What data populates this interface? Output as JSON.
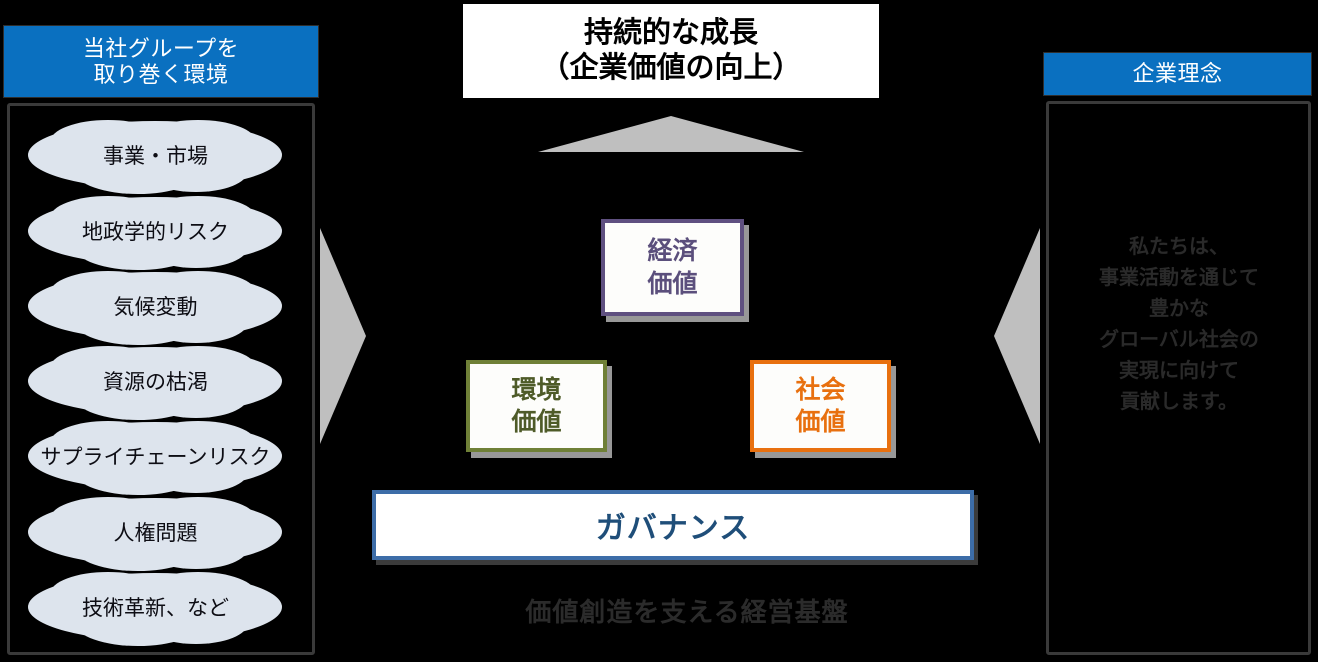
{
  "meta": {
    "diagram_title": "Sustainable growth value creation model",
    "background_color": "#000000"
  },
  "colors": {
    "header_blue": "#0a70c0",
    "panel_border": "#3a3a3a",
    "cloud_fill": "#dde4ed",
    "economic_border": "#5f5080",
    "economic_text": "#5b4f7c",
    "environment_border": "#6f8037",
    "environment_text": "#4e5b28",
    "social_border": "#e8700f",
    "social_text": "#e8700f",
    "governance_border": "#3d6da8",
    "governance_text": "#1f4e79",
    "arrow_gray": "#bfbfbf",
    "faint_text": "#2b2b2b"
  },
  "center": {
    "title_line1": "持続的な成長",
    "title_line2": "（企業価値の向上）",
    "up_arrow_name": "growth-up-arrow",
    "boxes": [
      {
        "key": "economic",
        "line1": "経済",
        "line2": "価値",
        "label": "経済価値"
      },
      {
        "key": "environment",
        "line1": "環境",
        "line2": "価値",
        "label": "環境価値"
      },
      {
        "key": "social",
        "line1": "社会",
        "line2": "価値",
        "label": "社会価値"
      }
    ],
    "governance_label": "ガバナンス",
    "caption": "価値創造を支える経営基盤"
  },
  "left_panel": {
    "header_line1": "当社グループを",
    "header_line2": "取り巻く環境",
    "items": [
      {
        "label": "事業・市場"
      },
      {
        "label": "地政学的リスク"
      },
      {
        "label": "気候変動"
      },
      {
        "label": "資源の枯渇"
      },
      {
        "label": "サプライチェーンリスク"
      },
      {
        "label": "人権問題"
      },
      {
        "label": "技術革新、など"
      }
    ]
  },
  "right_panel": {
    "header": "企業理念",
    "lines": [
      "私たちは、",
      "事業活動を通じて",
      "豊かな",
      "グローバル社会の",
      "実現に向けて",
      "貢献します。"
    ]
  },
  "arrows": {
    "left_arrow_name": "left-to-center-arrow",
    "right_arrow_name": "right-to-center-arrow"
  }
}
